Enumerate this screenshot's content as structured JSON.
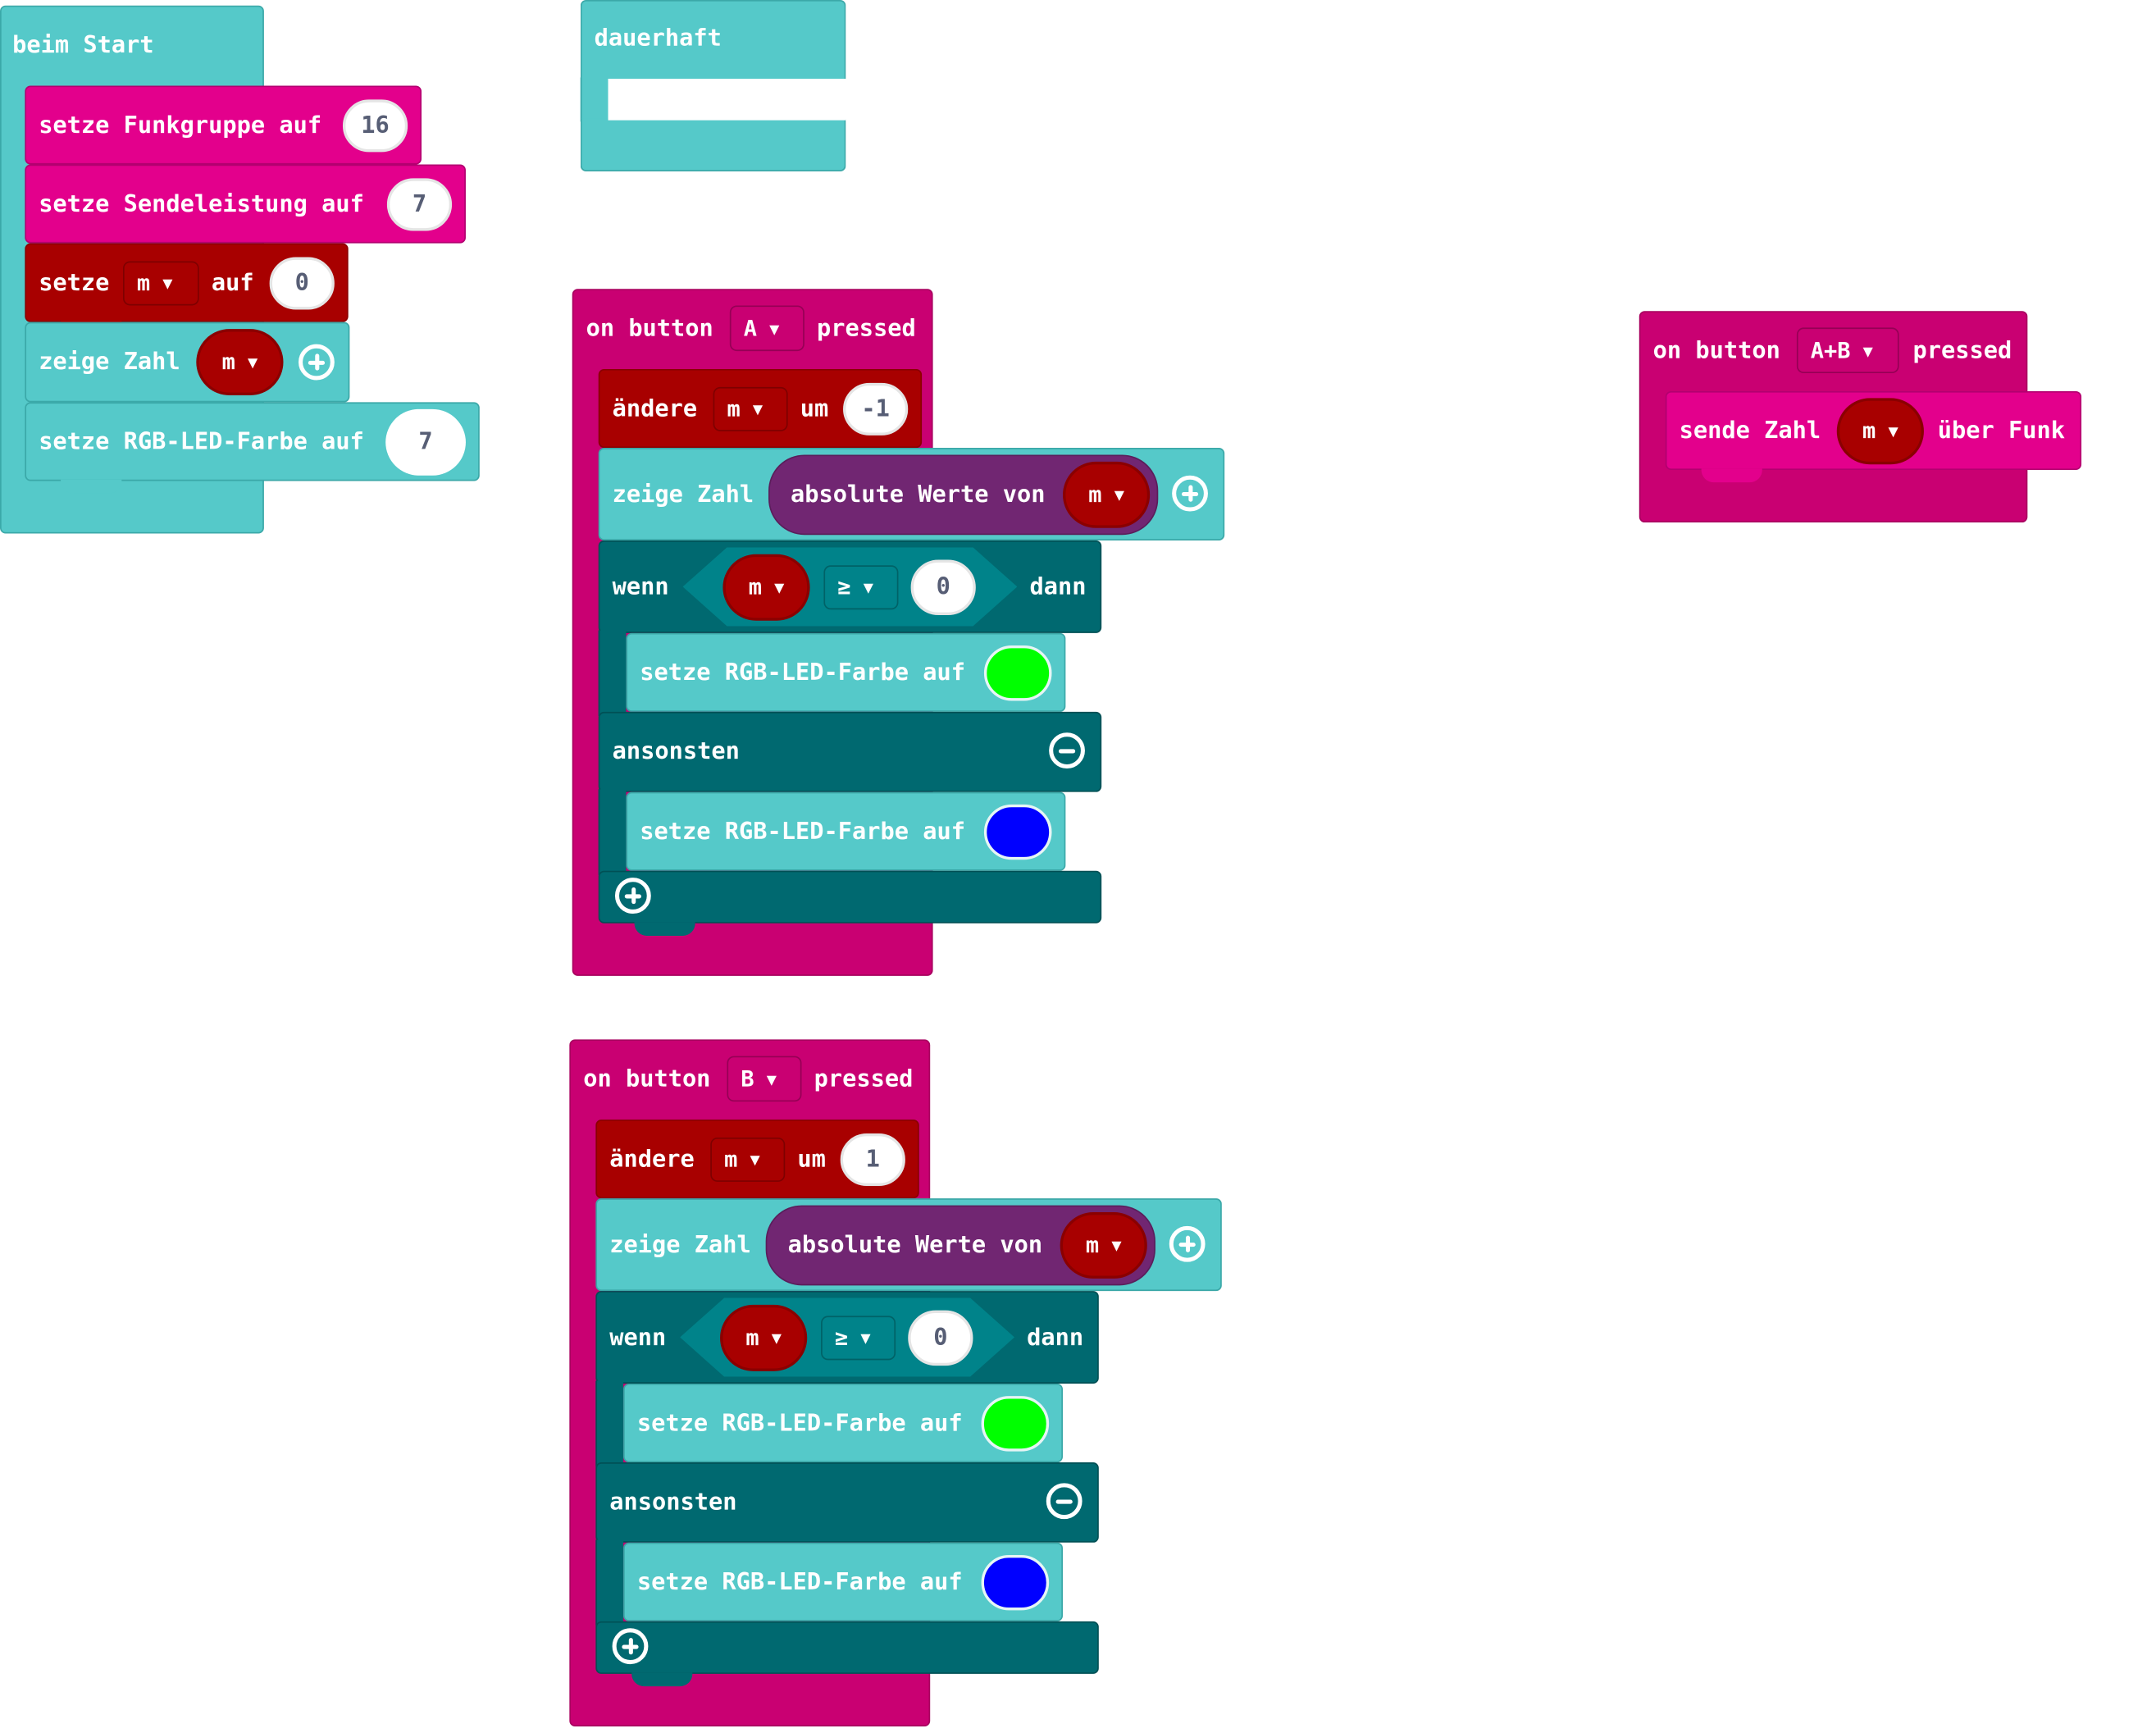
{
  "colors": {
    "basic": "#55C9C9",
    "basic_dark": "#3BA8A8",
    "radio": "#E3008C",
    "input": "#C90072",
    "variables": "#A80000",
    "logic": "#006970",
    "math": "#712672",
    "led_green": "#00FF00",
    "led_blue": "#0000FF"
  },
  "on_start": {
    "hat": "beim Start",
    "set_group": {
      "label": "setze Funkgruppe auf",
      "value": "16"
    },
    "set_power": {
      "label": "setze Sendeleistung auf",
      "value": "7"
    },
    "set_var": {
      "label_set": "setze",
      "var": "m",
      "label_to": "auf",
      "value": "0"
    },
    "show_number": {
      "label": "zeige Zahl",
      "var": "m"
    },
    "set_rgb": {
      "label": "setze RGB-LED-Farbe auf",
      "value": "7"
    }
  },
  "forever": {
    "hat": "dauerhaft"
  },
  "button_a": {
    "hat_on": "on button",
    "button": "A",
    "hat_pressed": "pressed",
    "change": {
      "label": "ändere",
      "var": "m",
      "label_by": "um",
      "value": "-1"
    },
    "show_number": {
      "label": "zeige Zahl",
      "abs_label": "absolute Werte von",
      "var": "m"
    },
    "if": {
      "label_if": "wenn",
      "var": "m",
      "op": "≥",
      "value": "0",
      "label_then": "dann"
    },
    "then_rgb": {
      "label": "setze RGB-LED-Farbe auf",
      "color": "green"
    },
    "else_label": "ansonsten",
    "else_rgb": {
      "label": "setze RGB-LED-Farbe auf",
      "color": "blue"
    }
  },
  "button_b": {
    "hat_on": "on button",
    "button": "B",
    "hat_pressed": "pressed",
    "change": {
      "label": "ändere",
      "var": "m",
      "label_by": "um",
      "value": "1"
    },
    "show_number": {
      "label": "zeige Zahl",
      "abs_label": "absolute Werte von",
      "var": "m"
    },
    "if": {
      "label_if": "wenn",
      "var": "m",
      "op": "≥",
      "value": "0",
      "label_then": "dann"
    },
    "then_rgb": {
      "label": "setze RGB-LED-Farbe auf",
      "color": "green"
    },
    "else_label": "ansonsten",
    "else_rgb": {
      "label": "setze RGB-LED-Farbe auf",
      "color": "blue"
    }
  },
  "button_ab": {
    "hat_on": "on button",
    "button": "A+B",
    "hat_pressed": "pressed",
    "send": {
      "label": "sende Zahl",
      "var": "m",
      "label_over": "über Funk"
    }
  },
  "icons": [
    "plus-icon",
    "minus-icon",
    "dropdown-arrow-icon"
  ]
}
